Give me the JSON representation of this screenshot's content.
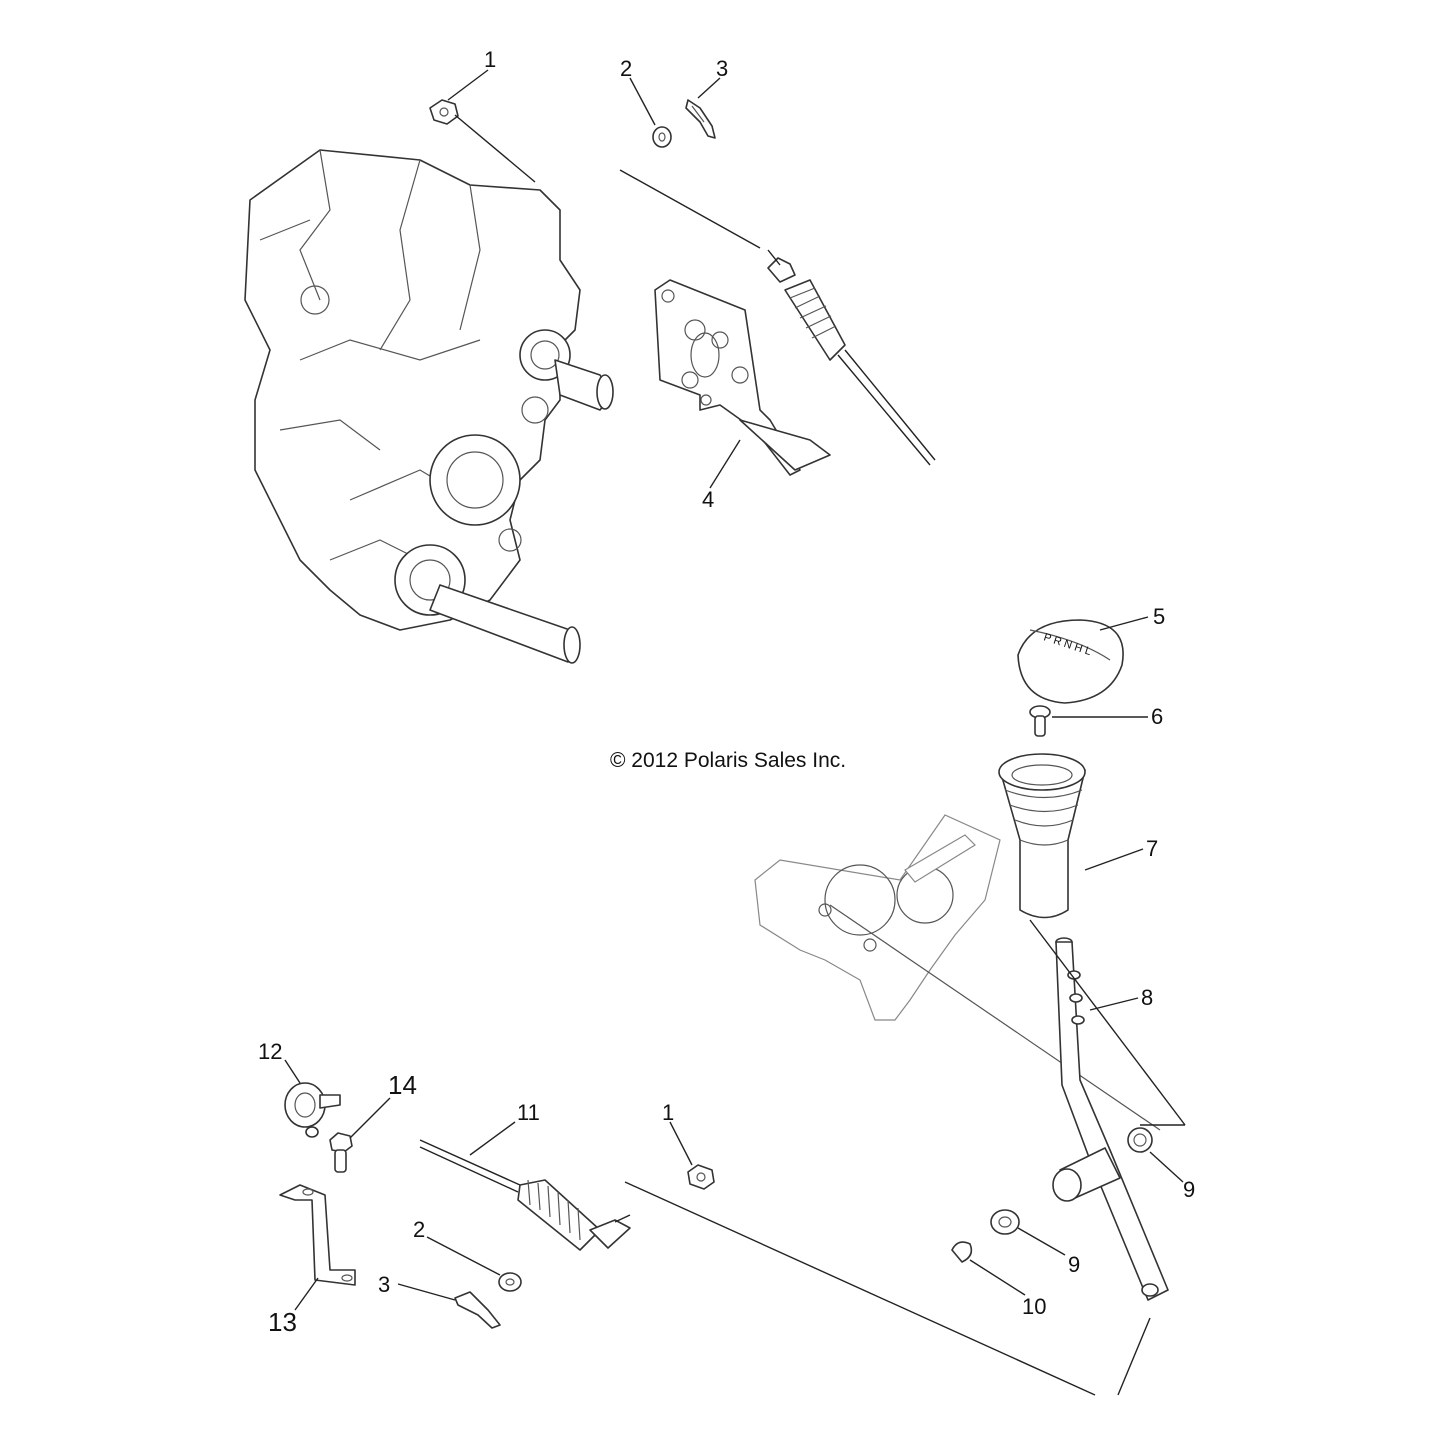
{
  "copyright": "© 2012 Polaris Sales Inc.",
  "callouts": {
    "c1a": "1",
    "c2a": "2",
    "c3a": "3",
    "c4": "4",
    "c5": "5",
    "c6": "6",
    "c7": "7",
    "c8": "8",
    "c9a": "9",
    "c9b": "9",
    "c10": "10",
    "c11": "11",
    "c1b": "1",
    "c2b": "2",
    "c3b": "3",
    "c12": "12",
    "c13": "13",
    "c14": "14"
  },
  "knob_markings": "P R N H L",
  "colors": {
    "line": "#222222",
    "part_outline": "#333333",
    "ghost_outline": "#888888"
  }
}
